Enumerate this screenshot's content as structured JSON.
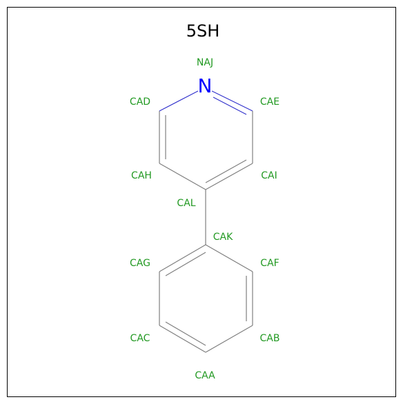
{
  "title": "5SH",
  "colors": {
    "label": "#229922",
    "nitrogen": "#0000ff",
    "bond": "#7f7f7f",
    "nitrogen_bond": "#3333cc"
  },
  "ring_atom": {
    "symbol": "N"
  },
  "atoms": {
    "naj": "NAJ",
    "cad": "CAD",
    "cae": "CAE",
    "cah": "CAH",
    "cai": "CAI",
    "cal": "CAL",
    "cak": "CAK",
    "cag": "CAG",
    "caf": "CAF",
    "cac": "CAC",
    "cab": "CAB",
    "caa": "CAA"
  }
}
